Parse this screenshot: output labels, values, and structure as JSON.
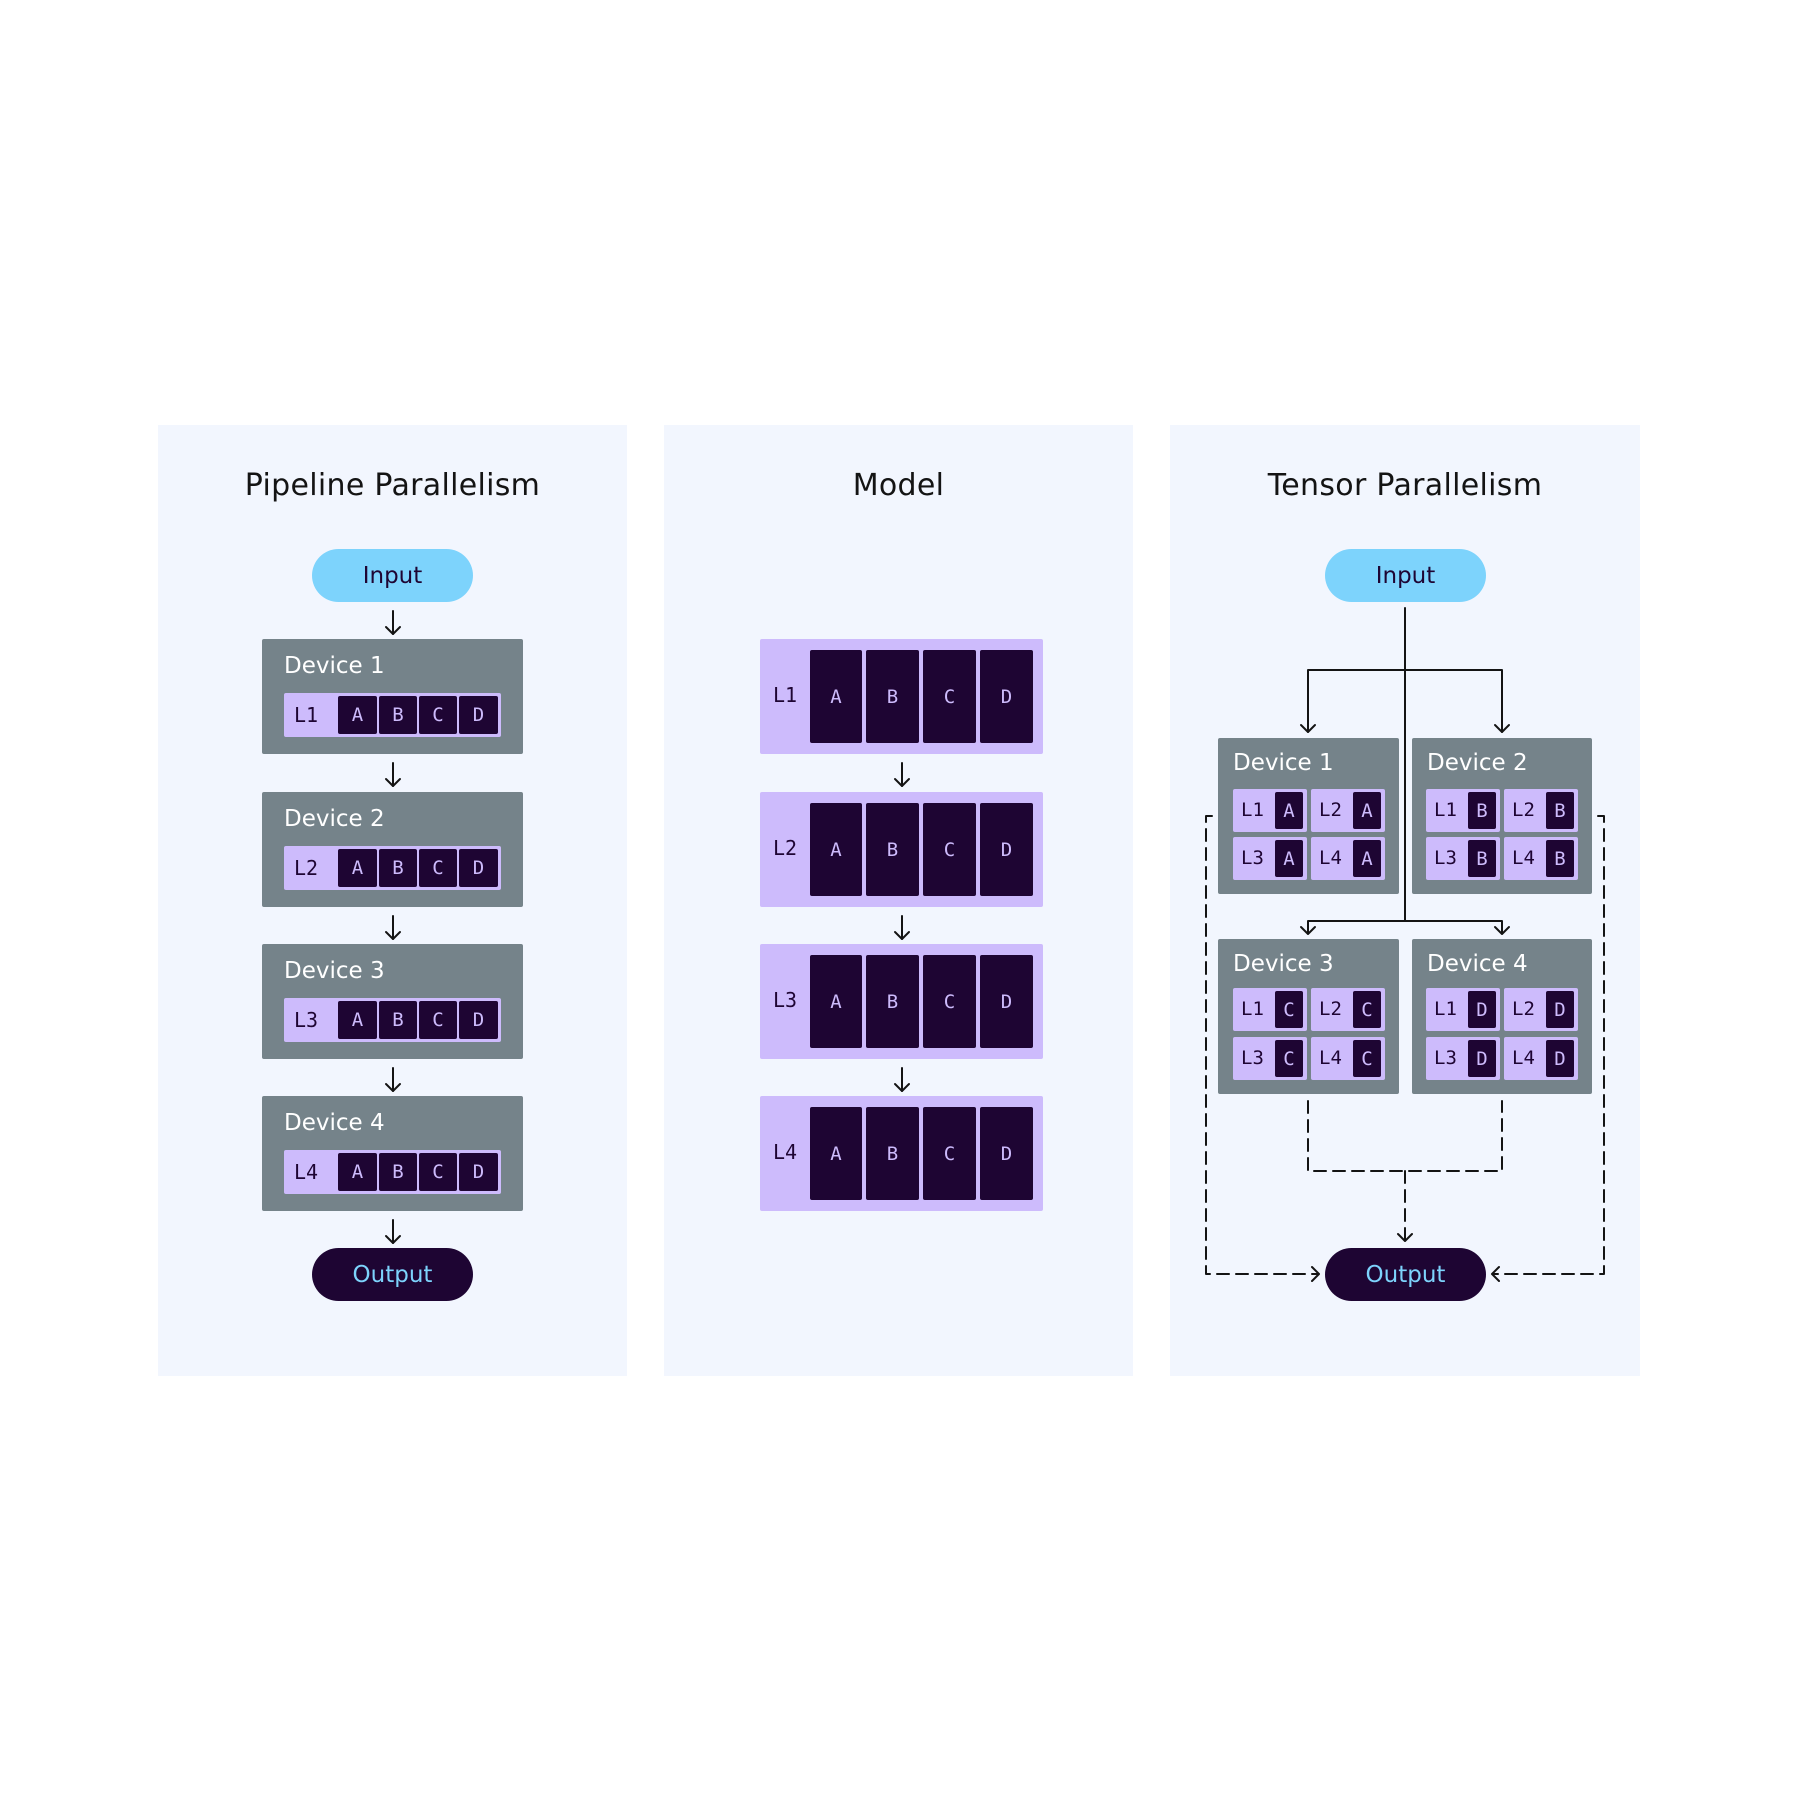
{
  "colors": {
    "panel_bg": "#f2f6fe",
    "device_bg": "#75838a",
    "layer_bg": "#cdbbfc",
    "shard_bg": "#1e0533",
    "input_bg": "#7dd3fc",
    "output_bg": "#1e0533",
    "line": "#141414"
  },
  "pipeline": {
    "title": "Pipeline Parallelism",
    "input_label": "Input",
    "output_label": "Output",
    "devices": [
      {
        "label": "Device 1",
        "layer": "L1",
        "shards": [
          "A",
          "B",
          "C",
          "D"
        ]
      },
      {
        "label": "Device 2",
        "layer": "L2",
        "shards": [
          "A",
          "B",
          "C",
          "D"
        ]
      },
      {
        "label": "Device 3",
        "layer": "L3",
        "shards": [
          "A",
          "B",
          "C",
          "D"
        ]
      },
      {
        "label": "Device 4",
        "layer": "L4",
        "shards": [
          "A",
          "B",
          "C",
          "D"
        ]
      }
    ]
  },
  "model": {
    "title": "Model",
    "layers": [
      {
        "label": "L1",
        "shards": [
          "A",
          "B",
          "C",
          "D"
        ]
      },
      {
        "label": "L2",
        "shards": [
          "A",
          "B",
          "C",
          "D"
        ]
      },
      {
        "label": "L3",
        "shards": [
          "A",
          "B",
          "C",
          "D"
        ]
      },
      {
        "label": "L4",
        "shards": [
          "A",
          "B",
          "C",
          "D"
        ]
      }
    ]
  },
  "tensor": {
    "title": "Tensor Parallelism",
    "input_label": "Input",
    "output_label": "Output",
    "devices": [
      {
        "label": "Device 1",
        "shard": "A",
        "layers": [
          "L1",
          "L2",
          "L3",
          "L4"
        ]
      },
      {
        "label": "Device 2",
        "shard": "B",
        "layers": [
          "L1",
          "L2",
          "L3",
          "L4"
        ]
      },
      {
        "label": "Device 3",
        "shard": "C",
        "layers": [
          "L1",
          "L2",
          "L3",
          "L4"
        ]
      },
      {
        "label": "Device 4",
        "shard": "D",
        "layers": [
          "L1",
          "L2",
          "L3",
          "L4"
        ]
      }
    ]
  }
}
